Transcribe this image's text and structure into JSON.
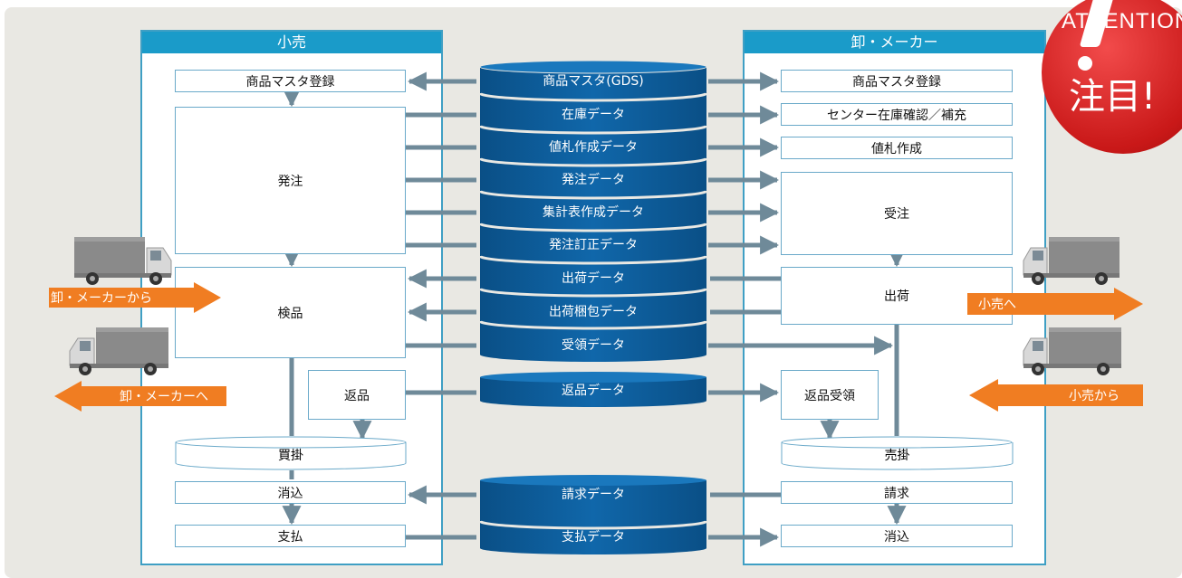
{
  "left_panel": {
    "title": "小売",
    "master_registration": "商品マスタ登録",
    "order": "発注",
    "inspection": "検品",
    "returns": "返品",
    "accounts_payable": "買掛",
    "clearing": "消込",
    "payment": "支払"
  },
  "right_panel": {
    "title": "卸・メーカー",
    "master_registration": "商品マスタ登録",
    "center_inventory": "センター在庫確認／補充",
    "price_tag_creation": "値札作成",
    "order_receipt": "受注",
    "shipping": "出荷",
    "return_receipt": "返品受領",
    "accounts_receivable": "売掛",
    "invoice": "請求",
    "clearing": "消込"
  },
  "data_flows": [
    "商品マスタ(GDS)",
    "在庫データ",
    "値札作成データ",
    "発注データ",
    "集計表作成データ",
    "発注訂正データ",
    "出荷データ",
    "出荷梱包データ",
    "受領データ",
    "返品データ",
    "請求データ",
    "支払データ"
  ],
  "logistics_labels": {
    "from_maker": "卸・メーカーから",
    "to_maker": "卸・メーカーへ",
    "to_retail": "小売へ",
    "from_retail": "小売から"
  },
  "attention": {
    "english": "ATTENTION",
    "japanese": "注目!"
  },
  "colors": {
    "column_header": "#1a9bc9",
    "cylinder": "#0b5c99",
    "arrow_gray": "#6f8a99",
    "logistics_orange": "#f07d22",
    "attention_red": "#d01b1b"
  }
}
